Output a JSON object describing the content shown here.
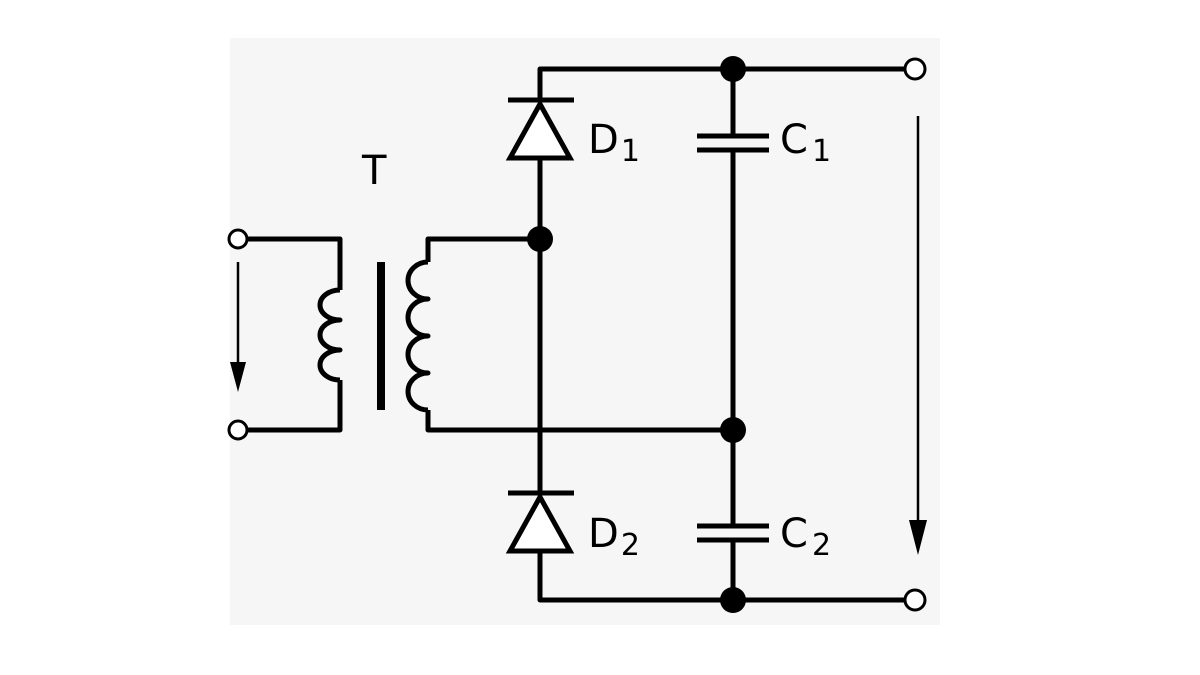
{
  "diagram": {
    "transformer": {
      "label": "T"
    },
    "diode_1": {
      "letter": "D",
      "subscript": "1"
    },
    "diode_2": {
      "letter": "D",
      "subscript": "2"
    },
    "capacitor_1": {
      "letter": "C",
      "subscript": "1"
    },
    "capacitor_2": {
      "letter": "C",
      "subscript": "2"
    }
  },
  "colors": {
    "ink": "#000000",
    "panel": "#f6f6f6",
    "background": "#ffffff"
  }
}
